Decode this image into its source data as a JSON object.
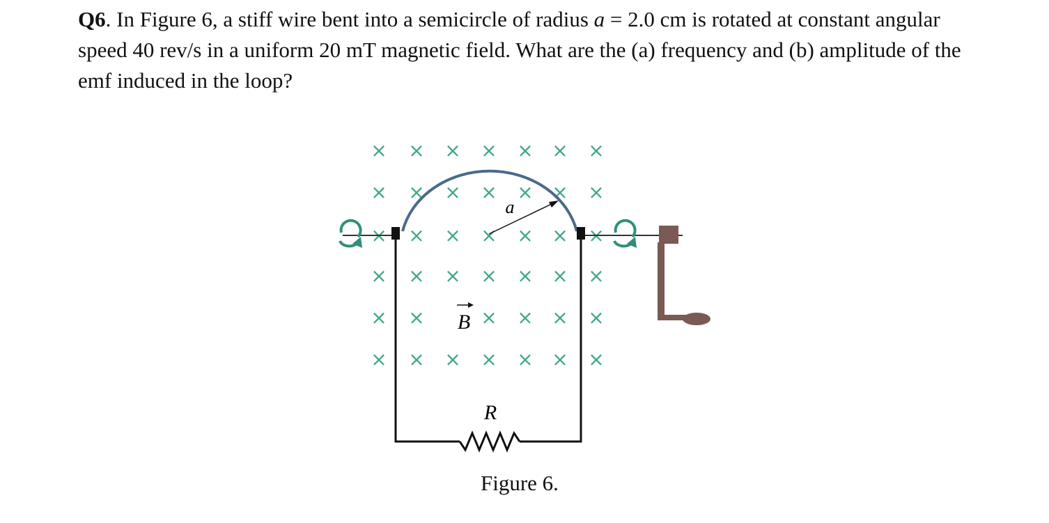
{
  "question": {
    "number": "Q6",
    "text_part1": ". In Figure 6, a stiff wire bent into a semicircle of radius ",
    "radius_symbol": "a",
    "text_part2": " = 2.0 cm is rotated at constant angular speed 40 rev/s in a uniform 20 mT magnetic field. What are the (a) frequency and (b) amplitude of the emf induced in the loop?"
  },
  "figure": {
    "field_symbol": "⨯",
    "radius_label": "a",
    "field_vector_label": "B",
    "resistor_label": "R",
    "caption": "Figure 6.",
    "colors": {
      "field_marks": "#3fa88a",
      "wire": "#111111",
      "semicircle": "#4a6a8a",
      "rotation_arrow": "#2f8f7a",
      "crank": "#7a5a52"
    }
  }
}
